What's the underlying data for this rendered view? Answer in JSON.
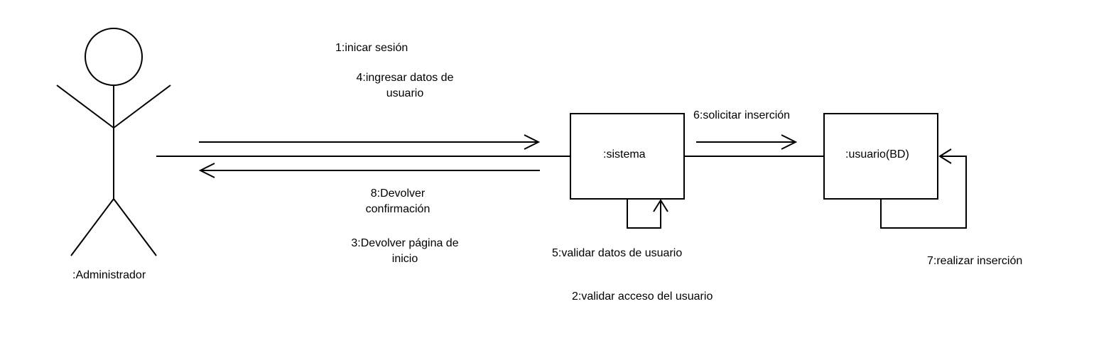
{
  "actor": {
    "name": ":Administrador"
  },
  "objects": {
    "sistema": ":sistema",
    "usuario_bd": ":usuario(BD)"
  },
  "messages": {
    "m1": "1:inicar sesión",
    "m4": "4:ingresar datos de usuario",
    "m6": "6:solicitar inserción",
    "m8": "8:Devolver confirmación",
    "m3": "3:Devolver página de inicio",
    "m5": "5:validar datos de usuario",
    "m2": "2:validar acceso del usuario",
    "m7": "7:realizar inserción"
  }
}
